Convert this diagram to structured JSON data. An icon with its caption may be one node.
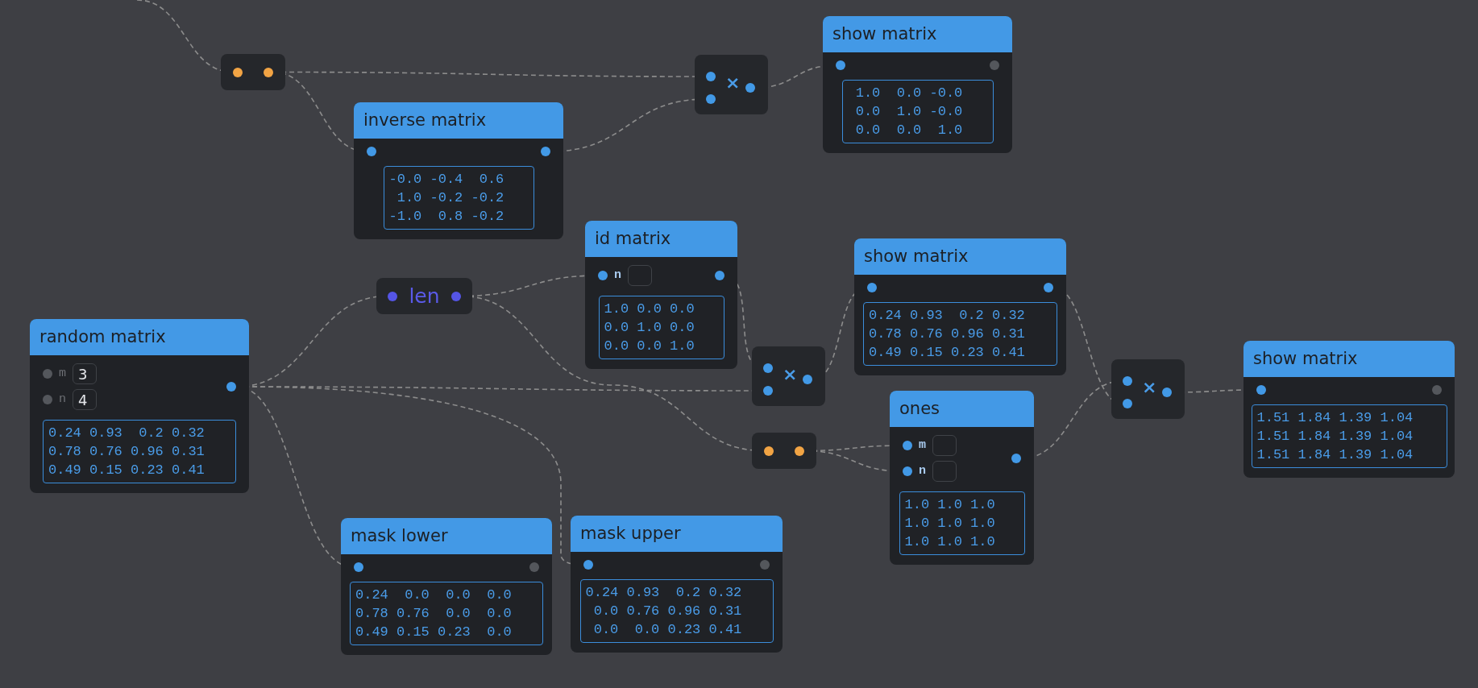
{
  "diagram": {
    "nodes": [
      {
        "text": [],
        "shape": "box"
      },
      {
        "text": [
          "×"
        ]
      },
      {
        "text": [
          "show matrix",
          "1.0 0.0 -0.0",
          "0.0 1.0 -0.0",
          "0.0 0.0 1.0"
        ]
      },
      {
        "text": [
          "inverse matrix",
          "-0.0 -0.4 0.6",
          "1.0 -0.2 -0.2",
          "-1.0 0.8 -0.2"
        ]
      },
      {
        "text": [
          "id matrix",
          "n",
          "1.0 0.0 0.0",
          "0.0 1.0 0.0",
          "0.0 0.0 1.0"
        ]
      },
      {
        "text": [
          "len"
        ]
      },
      {
        "text": [
          "random matrix",
          "m",
          "3",
          "n",
          "4",
          "0.24 0.93 0.2 0.32",
          "0.78 0.76 0.96 0.31",
          "0.49 0.15 0.23 0.41"
        ]
      },
      {
        "text": [
          "show matrix",
          "0.24 0.93 0.2 0.32",
          "0.78 0.76 0.96 0.31",
          "0.49 0.15 0.23 0.41"
        ]
      },
      {
        "text": [
          "×"
        ]
      },
      {
        "text": [],
        "shape": "box"
      },
      {
        "text": [
          "ones",
          "m",
          "n",
          "1.0 1.0 1.0",
          "1.0 1.0 1.0",
          "1.0 1.0 1.0"
        ]
      },
      {
        "text": [
          "×"
        ]
      },
      {
        "text": [
          "show matrix",
          "1.51 1.84 1.39 1.04",
          "1.51 1.84 1.39 1.04",
          "1.51 1.84 1.39 1.04"
        ]
      },
      {
        "text": [
          "mask lower",
          "0.24 0.0 0.0 0.0",
          "0.78 0.76 0.0 0.0",
          "0.49 0.15 0.23 0.0"
        ]
      },
      {
        "text": [
          "mask upper",
          "0.24 0.93 0.2 0.32",
          "0.0 0.76 0.96 0.31",
          "0.0 0.0 0.23 0.41"
        ]
      }
    ],
    "edges": [
      {
        "from": null,
        "to": 0,
        "arrow": "none",
        "style": "dashed"
      },
      {
        "from": 0,
        "to": 1,
        "arrow": "none",
        "style": "dashed"
      },
      {
        "from": 0,
        "to": 3,
        "arrow": "none",
        "style": "dashed"
      },
      {
        "from": 3,
        "to": 1,
        "arrow": "none",
        "style": "dashed"
      },
      {
        "from": 1,
        "to": 2,
        "arrow": "none",
        "style": "dashed"
      },
      {
        "from": 6,
        "to": 5,
        "arrow": "none",
        "style": "dashed"
      },
      {
        "from": 5,
        "to": 4,
        "arrow": "none",
        "style": "dashed"
      },
      {
        "from": 5,
        "to": 9,
        "arrow": "none",
        "style": "dashed"
      },
      {
        "from": 4,
        "to": 8,
        "arrow": "none",
        "style": "dashed"
      },
      {
        "from": 6,
        "to": 8,
        "arrow": "none",
        "style": "dashed"
      },
      {
        "from": 8,
        "to": 7,
        "arrow": "none",
        "style": "dashed"
      },
      {
        "from": 7,
        "to": 11,
        "arrow": "none",
        "style": "dashed"
      },
      {
        "from": 10,
        "to": 11,
        "arrow": "none",
        "style": "dashed"
      },
      {
        "from": 11,
        "to": 12,
        "arrow": "none",
        "style": "dashed"
      },
      {
        "from": 9,
        "to": 10,
        "arrow": "none",
        "style": "dashed"
      },
      {
        "from": 9,
        "to": 10,
        "arrow": "none",
        "style": "dashed"
      },
      {
        "from": 6,
        "to": 13,
        "arrow": "none",
        "style": "dashed"
      },
      {
        "from": 6,
        "to": 14,
        "arrow": "none",
        "style": "dashed"
      }
    ]
  }
}
